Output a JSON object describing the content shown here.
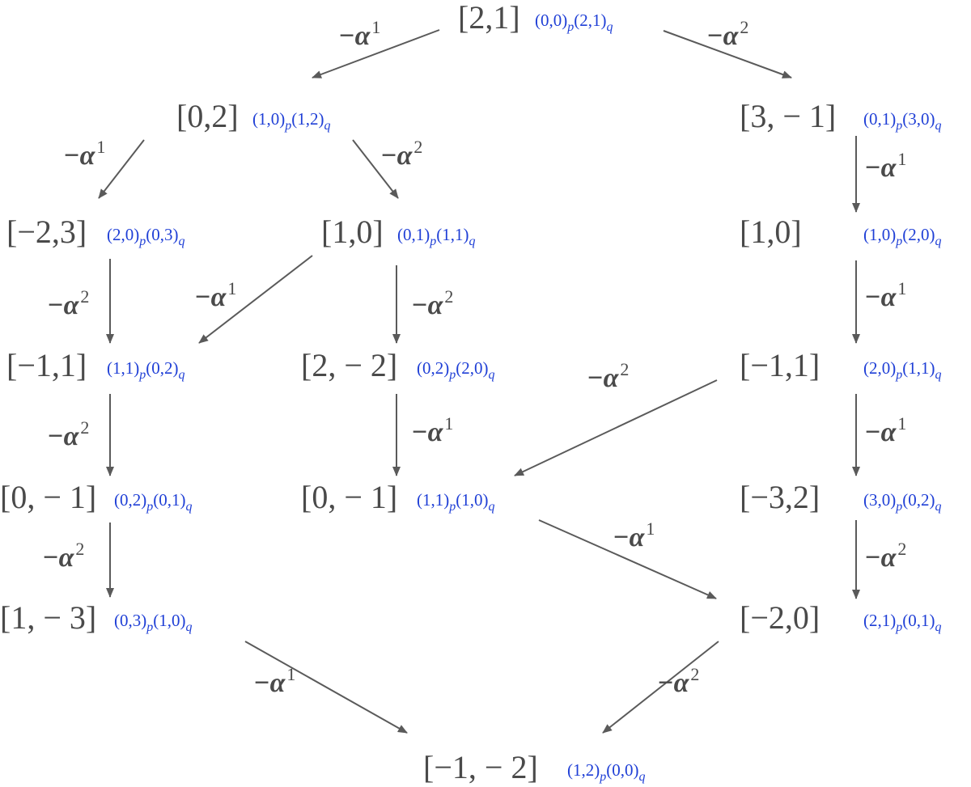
{
  "colors": {
    "node_text": "#4a4a4a",
    "tag_text": "#1f3fd6",
    "edge": "#5a5a5a"
  },
  "nodes": [
    {
      "id": "n21",
      "label": "[2,1]",
      "tag_p": "(0,0)",
      "tag_q": "(2,1)"
    },
    {
      "id": "n02",
      "label": "[0,2]",
      "tag_p": "(1,0)",
      "tag_q": "(1,2)"
    },
    {
      "id": "n3m1",
      "label": "[3, − 1]",
      "tag_p": "(0,1)",
      "tag_q": "(3,0)"
    },
    {
      "id": "nm23",
      "label": "[−2,3]",
      "tag_p": "(2,0)",
      "tag_q": "(0,3)"
    },
    {
      "id": "n10a",
      "label": "[1,0]",
      "tag_p": "(0,1)",
      "tag_q": "(1,1)"
    },
    {
      "id": "n10b",
      "label": "[1,0]",
      "tag_p": "(1,0)",
      "tag_q": "(2,0)"
    },
    {
      "id": "nm11a",
      "label": "[−1,1]",
      "tag_p": "(1,1)",
      "tag_q": "(0,2)"
    },
    {
      "id": "n2m2",
      "label": "[2, − 2]",
      "tag_p": "(0,2)",
      "tag_q": "(2,0)"
    },
    {
      "id": "nm11b",
      "label": "[−1,1]",
      "tag_p": "(2,0)",
      "tag_q": "(1,1)"
    },
    {
      "id": "n0m1a",
      "label": "[0, − 1]",
      "tag_p": "(0,2)",
      "tag_q": "(0,1)"
    },
    {
      "id": "n0m1b",
      "label": "[0, − 1]",
      "tag_p": "(1,1)",
      "tag_q": "(1,0)"
    },
    {
      "id": "nm32",
      "label": "[−3,2]",
      "tag_p": "(3,0)",
      "tag_q": "(0,2)"
    },
    {
      "id": "n1m3",
      "label": "[1, − 3]",
      "tag_p": "(0,3)",
      "tag_q": "(1,0)"
    },
    {
      "id": "nm20",
      "label": "[−2,0]",
      "tag_p": "(2,1)",
      "tag_q": "(0,1)"
    },
    {
      "id": "nm1m2",
      "label": "[−1, − 2]",
      "tag_p": "(1,2)",
      "tag_q": "(0,0)"
    }
  ],
  "tag_p_suffix": "p",
  "tag_q_suffix": "q",
  "edges": [
    {
      "from": "n21",
      "to": "n02",
      "label": "−α",
      "sup": "1"
    },
    {
      "from": "n21",
      "to": "n3m1",
      "label": "−α",
      "sup": "2"
    },
    {
      "from": "n02",
      "to": "nm23",
      "label": "−α",
      "sup": "1"
    },
    {
      "from": "n02",
      "to": "n10a",
      "label": "−α",
      "sup": "2"
    },
    {
      "from": "n3m1",
      "to": "n10b",
      "label": "−α",
      "sup": "1"
    },
    {
      "from": "nm23",
      "to": "nm11a",
      "label": "−α",
      "sup": "2"
    },
    {
      "from": "n10a",
      "to": "nm11a",
      "label": "−α",
      "sup": "1"
    },
    {
      "from": "n10a",
      "to": "n2m2",
      "label": "−α",
      "sup": "2"
    },
    {
      "from": "n10b",
      "to": "nm11b",
      "label": "−α",
      "sup": "1"
    },
    {
      "from": "nm11a",
      "to": "n0m1a",
      "label": "−α",
      "sup": "2"
    },
    {
      "from": "n2m2",
      "to": "n0m1b",
      "label": "−α",
      "sup": "1"
    },
    {
      "from": "nm11b",
      "to": "n0m1b",
      "label": "−α",
      "sup": "2"
    },
    {
      "from": "nm11b",
      "to": "nm32",
      "label": "−α",
      "sup": "1"
    },
    {
      "from": "n0m1a",
      "to": "n1m3",
      "label": "−α",
      "sup": "2"
    },
    {
      "from": "n0m1b",
      "to": "nm20",
      "label": "−α",
      "sup": "1"
    },
    {
      "from": "nm32",
      "to": "nm20",
      "label": "−α",
      "sup": "2"
    },
    {
      "from": "n1m3",
      "to": "nm1m2",
      "label": "−α",
      "sup": "1"
    },
    {
      "from": "nm20",
      "to": "nm1m2",
      "label": "−α",
      "sup": "2"
    }
  ]
}
